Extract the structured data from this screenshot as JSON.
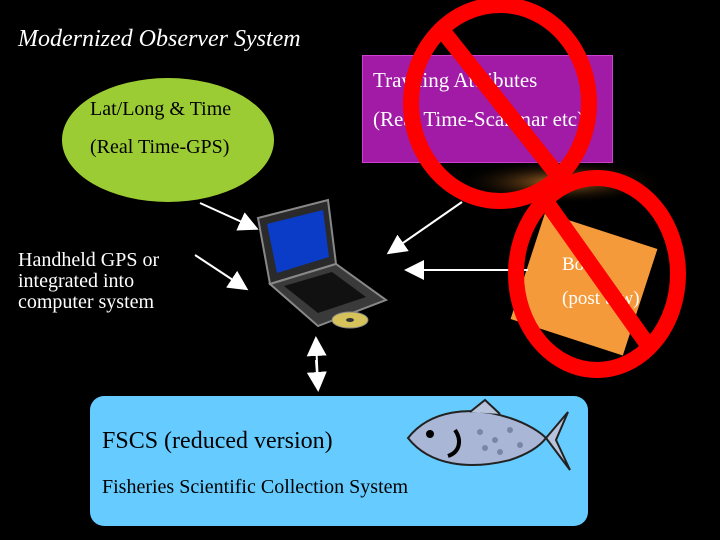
{
  "title": "Modernized Observer System",
  "ellipse": {
    "line1": "Lat/Long & Time",
    "line2": "(Real Time-GPS)"
  },
  "trawling": {
    "line1": "Trawling Attributes",
    "line2": "(Real Time-Scanmar etc)"
  },
  "handheld": {
    "line1": "Handheld GPS or",
    "line2": "integrated into",
    "line3": "computer system"
  },
  "box": {
    "line1": "Box",
    "line2": "(post tow)"
  },
  "fscs": {
    "title": "FSCS (reduced version)",
    "subtitle": "Fisheries Scientific Collection System"
  },
  "colors": {
    "background": "#000000",
    "ellipse": "#9ccc33",
    "trawling_box": "#a11ba6",
    "orange_box": "#f59a3a",
    "fscs_box": "#66ccff",
    "prohibition": "#ff0000"
  },
  "icons": [
    "laptop-icon",
    "fish-icon",
    "no-symbol-icon"
  ]
}
